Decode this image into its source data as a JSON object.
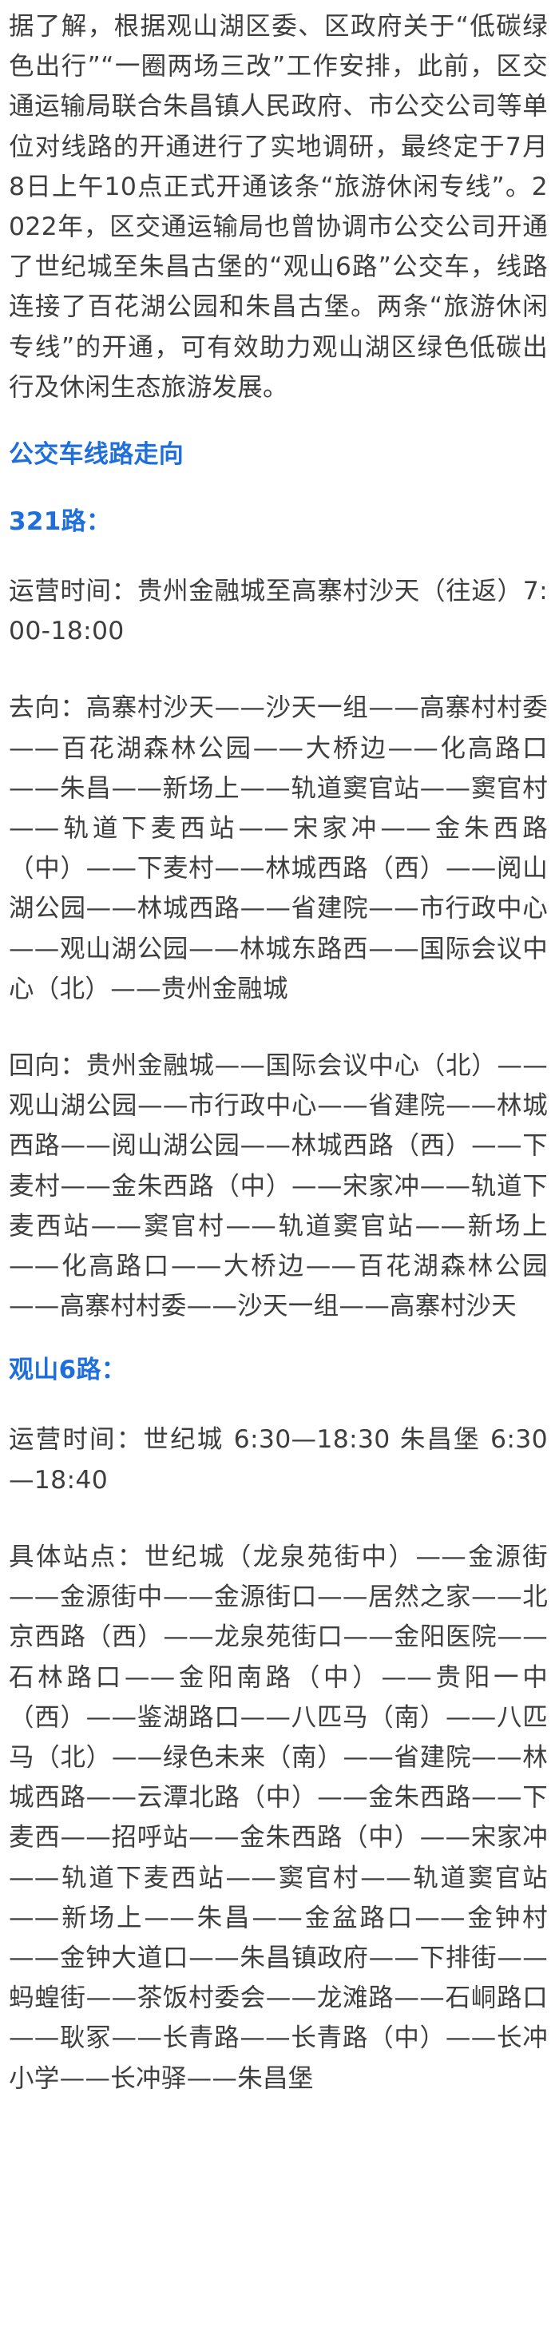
{
  "article": {
    "intro": "据了解，根据观山湖区委、区政府关于“低碳绿色出行”“一圈两场三改”工作安排，此前，区交通运输局联合朱昌镇人民政府、市公交公司等单位对线路的开通进行了实地调研，最终定于7月8日上午10点正式开通该条“旅游休闲专线”。2022年，区交通运输局也曾协调市公交公司开通了世纪城至朱昌古堡的“观山6路”公交车，线路连接了百花湖公园和朱昌古堡。两条“旅游休闲专线”的开通，可有效助力观山湖区绿色低碳出行及休闲生态旅游发展。",
    "section_heading": "公交车线路走向",
    "route_321": {
      "title": "321路：",
      "hours": "运营时间：贵州金融城至高寨村沙天（往返）7:00-18:00",
      "outbound": "去向：高寨村沙天——沙天一组——高寨村村委——百花湖森林公园——大桥边——化高路口——朱昌——新场上——轨道窦官站——窦官村——轨道下麦西站——宋家冲——金朱西路（中）——下麦村——林城西路（西）——阅山湖公园——林城西路——省建院——市行政中心——观山湖公园——林城东路西——国际会议中心（北）——贵州金融城",
      "return": "回向：贵州金融城——国际会议中心（北）——观山湖公园——市行政中心——省建院——林城西路——阅山湖公园——林城西路（西）——下麦村——金朱西路（中）——宋家冲——轨道下麦西站——窦官村——轨道窦官站——新场上——化高路口——大桥边——百花湖森林公园——高寨村村委——沙天一组——高寨村沙天"
    },
    "route_g6": {
      "title": "观山6路：",
      "hours": "运营时间：世纪城 6:30—18:30  朱昌堡 6:30—18:40",
      "stops": "具体站点：世纪城（龙泉苑街中）——金源街——金源街中——金源街口——居然之家——北京西路（西）——龙泉苑街口——金阳医院——石林路口——金阳南路（中）——贵阳一中（西）——鉴湖路口——八匹马（南）——八匹马（北）——绿色未来（南）——省建院——林城西路——云潭北路（中）——金朱西路——下麦西——招呼站——金朱西路（中）——宋家冲——轨道下麦西站——窦官村——轨道窦官站——新场上——朱昌——金盆路口——金钟村——金钟大道口——朱昌镇政府——下排街——蚂蝗街——茶饭村委会——龙滩路——石峒路口——耿冢——长青路——长青路（中）——长冲小学——长冲驿——朱昌堡"
    }
  }
}
